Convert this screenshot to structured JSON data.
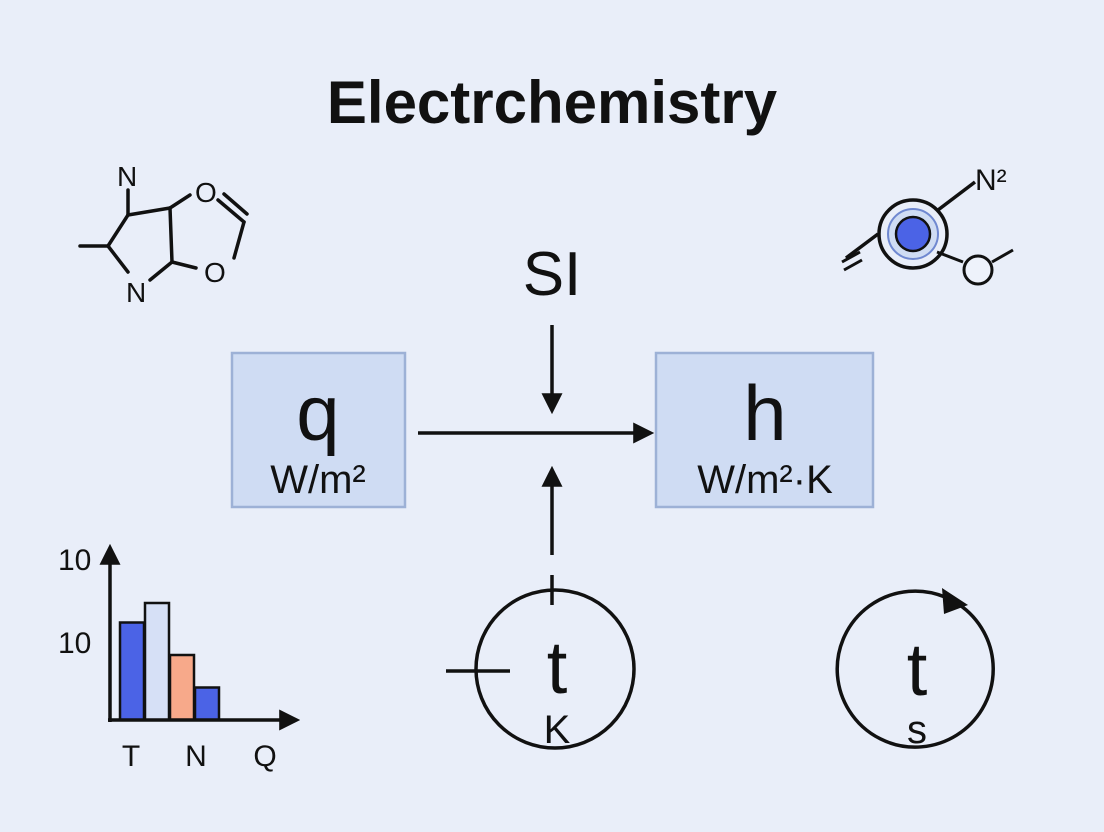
{
  "title": "Electrchemistry",
  "input_label": "SI",
  "boxes": {
    "left": {
      "symbol": "q",
      "unit": "W/m²"
    },
    "right": {
      "symbol": "h",
      "unit": "W/m²·K"
    }
  },
  "clocks": {
    "temperature": {
      "symbol": "t",
      "unit": "K"
    },
    "time": {
      "symbol": "t",
      "unit": "s"
    }
  },
  "molecule_left": {
    "atoms": [
      "N",
      "O",
      "O",
      "N"
    ]
  },
  "molecule_right": {
    "atoms": [
      "N²"
    ]
  },
  "colors": {
    "box_fill": "#cfdcf3",
    "box_stroke": "#9db1d6",
    "accent_blue": "#4b63e6",
    "light_bar": "#d6e0f6",
    "salmon_bar": "#f7a98a",
    "ink": "#111111"
  },
  "chart_data": {
    "type": "bar",
    "categories": [
      "T",
      "N",
      "Q"
    ],
    "series": [
      {
        "values": [
          1.5,
          1.8,
          1.0,
          0.5
        ]
      }
    ],
    "bar_colors": [
      "#4b63e6",
      "#d6e0f6",
      "#f7a98a",
      "#4b63e6"
    ],
    "y_tick_labels": [
      "10",
      "10"
    ],
    "axis_labels_x": [
      "T",
      "N",
      "Q"
    ]
  }
}
